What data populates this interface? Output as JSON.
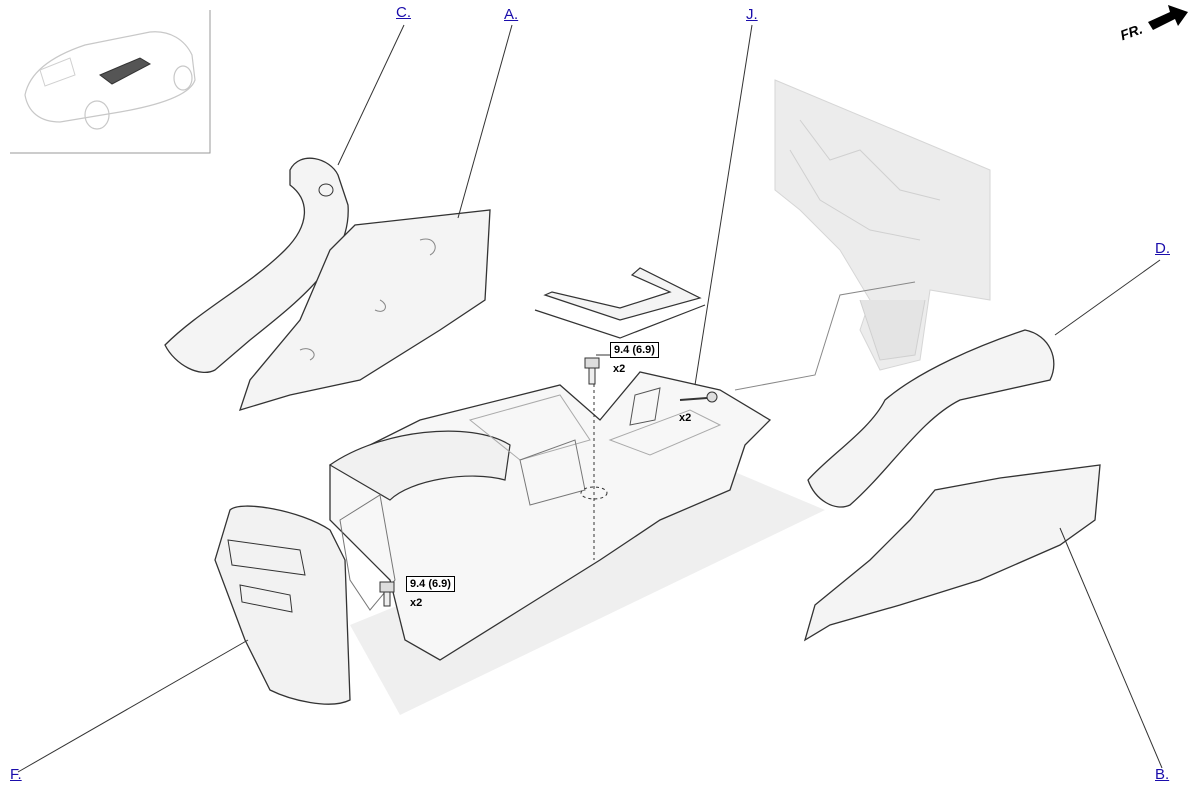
{
  "callouts": {
    "c": "C.",
    "a": "A.",
    "j": "J.",
    "d": "D.",
    "f": "F.",
    "b": "B."
  },
  "torque": {
    "upper": {
      "spec": "9.4 (6.9)",
      "qty": "x2"
    },
    "lower": {
      "spec": "9.4 (6.9)",
      "qty": "x2"
    },
    "screw": {
      "qty": "x2"
    }
  },
  "direction": {
    "label": "FR."
  },
  "colors": {
    "link": "#1a0dab",
    "line": "#333333",
    "part_fill": "#f4f4f4",
    "ghost": "#e2e2e2"
  }
}
